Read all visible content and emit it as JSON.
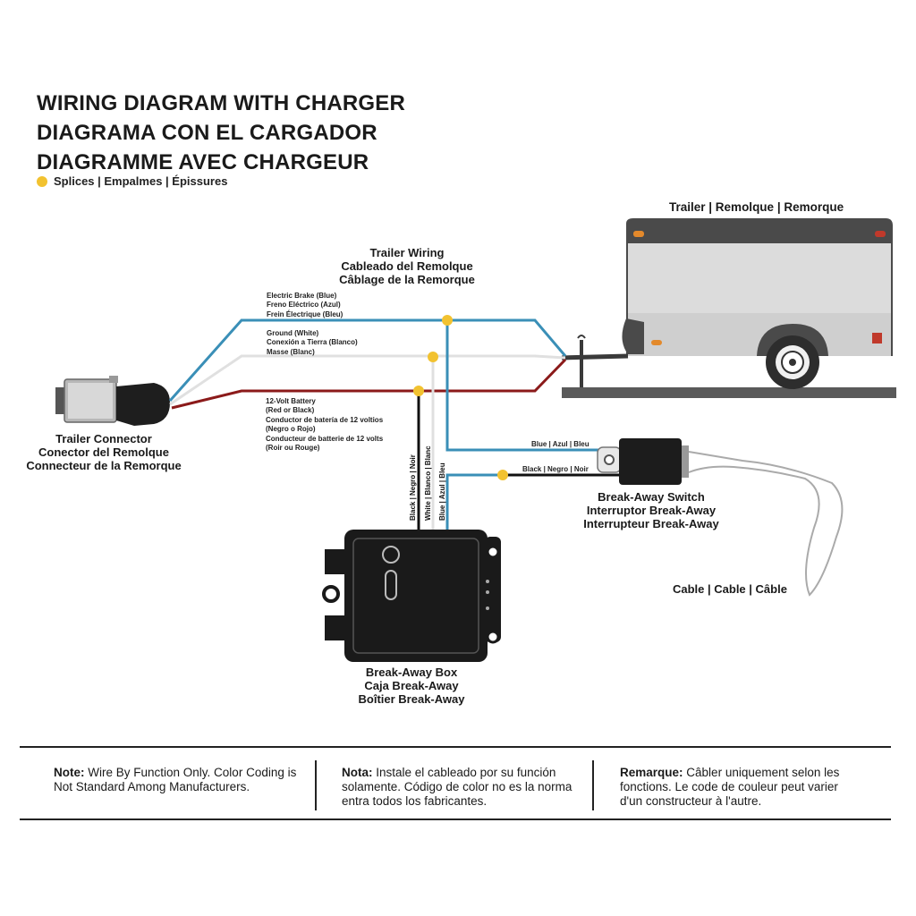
{
  "title_lines": [
    "WIRING DIAGRAM WITH CHARGER",
    "DIAGRAMA CON EL CARGADOR",
    "DIAGRAMME AVEC CHARGEUR"
  ],
  "legend": {
    "label": "Splices | Empalmes | Épissures",
    "color": "#f2c230"
  },
  "trailer_label": "Trailer | Remolque | Remorque",
  "trailer_wiring": [
    "Trailer Wiring",
    "Cableado del Remolque",
    "Câblage de la Remorque"
  ],
  "wires": {
    "brake": [
      "Electric Brake (Blue)",
      "Freno Eléctrico (Azul)",
      "Frein Électrique (Bleu)"
    ],
    "ground": [
      "Ground (White)",
      "Conexión a Tierra (Blanco)",
      "Masse (Blanc)"
    ],
    "battery": [
      "12-Volt Battery",
      "(Red or Black)",
      "Conductor de batería de 12 voltios",
      "(Negro o Rojo)",
      "Conducteur de batterie de 12 volts",
      "(Roir ou Rouge)"
    ]
  },
  "connector": [
    "Trailer Connector",
    "Conector del Remolque",
    "Connecteur de la Remorque"
  ],
  "box_wires": {
    "black": "Black | Negro | Noir",
    "white": "White | Blanco | Blanc",
    "blue": "Blue | Azul | Bleu"
  },
  "switch_wires": {
    "blue": "Blue | Azul | Bleu",
    "black": "Black | Negro | Noir"
  },
  "switch": [
    "Break-Away Switch",
    "Interruptor Break-Away",
    "Interrupteur Break-Away"
  ],
  "box": [
    "Break-Away Box",
    "Caja Break-Away",
    "Boîtier Break-Away"
  ],
  "cable": "Cable | Cable | Câble",
  "notes": [
    {
      "label": "Note:",
      "text": "Wire By Function Only. Color Coding is Not Standard Among Manufacturers."
    },
    {
      "label": "Nota:",
      "text": "Instale el cableado por su función solamente. Código de color no es la norma entra todos los fabricantes."
    },
    {
      "label": "Remarque:",
      "text": "Câbler uniquement selon les fonctions. Le code de couleur peut varier d'un constructeur à l'autre."
    }
  ],
  "colors": {
    "blue_wire": "#3a8fb7",
    "white_wire": "#e6e6e6",
    "red_wire": "#8b1a1a",
    "black_wire": "#111111",
    "splice": "#f2c230"
  }
}
